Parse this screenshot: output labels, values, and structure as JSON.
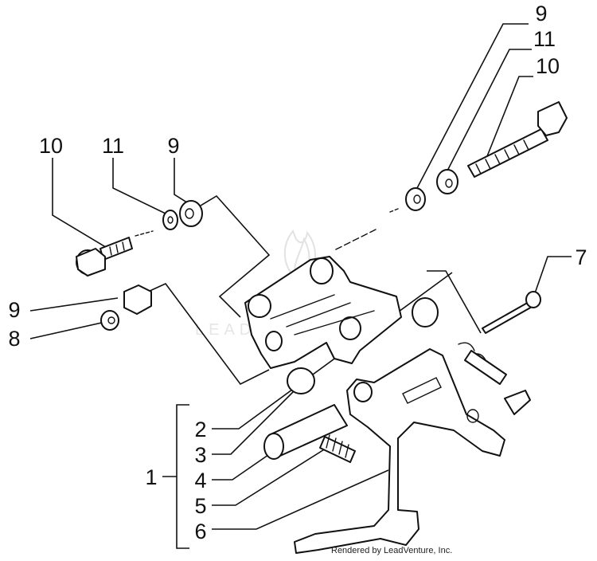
{
  "callouts": {
    "c9_top_right": "9",
    "c11_top_right": "11",
    "c10_top_right": "10",
    "c10_left": "10",
    "c11_left": "11",
    "c9_left": "9",
    "c9_side": "9",
    "c8_side": "8",
    "c7": "7",
    "c2": "2",
    "c3": "3",
    "c4": "4",
    "c5": "5",
    "c6": "6",
    "c1": "1"
  },
  "watermark": {
    "text": "LEADVENTURE"
  },
  "footer": {
    "credit": "Rendered by LeadVenture, Inc."
  }
}
